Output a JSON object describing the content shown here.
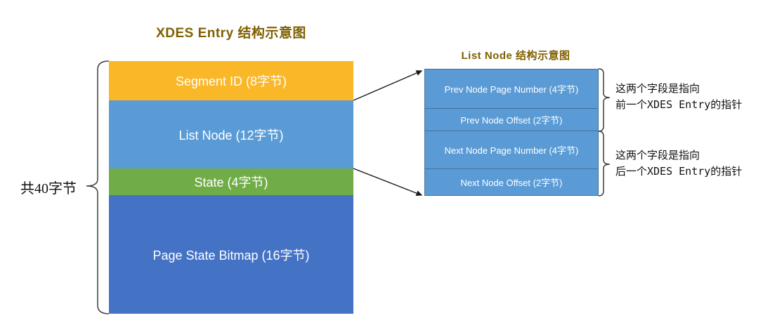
{
  "left_diagram": {
    "title": "XDES Entry 结构示意图",
    "total_label": "共40字节",
    "blocks": [
      {
        "label": "Segment ID (8字节)",
        "color": "#FAB728"
      },
      {
        "label": "List Node (12字节)",
        "color": "#5B9BD5"
      },
      {
        "label": "State (4字节)",
        "color": "#70AD47"
      },
      {
        "label": "Page State Bitmap (16字节)",
        "color": "#4472C4"
      }
    ]
  },
  "right_diagram": {
    "title": "List Node 结构示意图",
    "block_color": "#5B9BD5",
    "block_border_color": "#41719C",
    "blocks": [
      {
        "label": "Prev Node Page Number (4字节)"
      },
      {
        "label": "Prev Node Offset (2字节)"
      },
      {
        "label": "Next Node Page Number (4字节)"
      },
      {
        "label": "Next Node Offset (2字节)"
      }
    ]
  },
  "annotations": [
    {
      "line1": "这两个字段是指向",
      "line2": "前一个XDES Entry的指针"
    },
    {
      "line1": "这两个字段是指向",
      "line2": "后一个XDES Entry的指针"
    }
  ],
  "colors": {
    "title_text": "#7F6000",
    "block_text": "#FFFFFF",
    "annotation_text": "#111111",
    "connector_lines": "#3D3D3D"
  }
}
